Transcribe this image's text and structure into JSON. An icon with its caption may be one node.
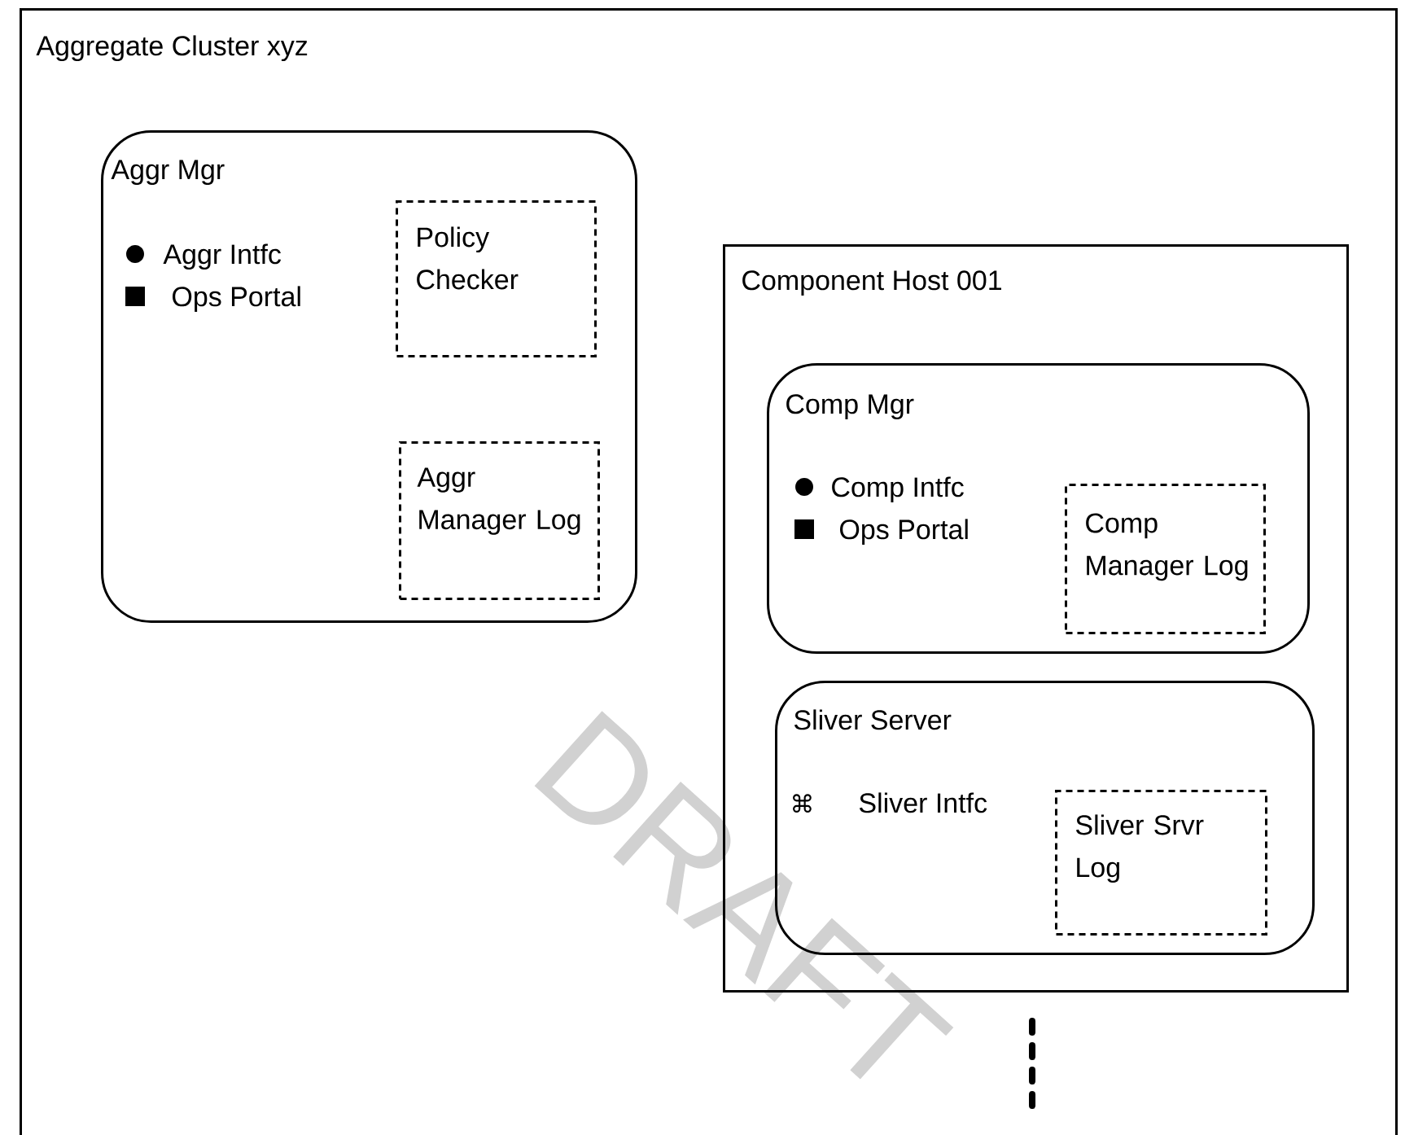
{
  "diagram": {
    "nodes": [
      {
        "text": [
          "Aggregate Cluster xyz"
        ]
      },
      {
        "text": [
          "Aggr Mgr",
          "Aggr Intfc",
          "Ops Portal"
        ],
        "in": 0
      },
      {
        "text": [
          "Policy Checker"
        ],
        "in": 1
      },
      {
        "text": [
          "Aggr Manager Log"
        ],
        "in": 1
      },
      {
        "text": [
          "Component Host 001"
        ],
        "in": 0
      },
      {
        "text": [
          "Comp Mgr",
          "Comp Intfc",
          "Ops Portal"
        ],
        "in": 4
      },
      {
        "text": [
          "Comp Manager Log"
        ],
        "in": 5
      },
      {
        "text": [
          "Sliver Server",
          "⌘",
          "Sliver Intfc"
        ],
        "in": 4
      },
      {
        "text": [
          "Sliver Srvr Log"
        ],
        "in": 7
      }
    ],
    "labels": [
      "DRAFT"
    ]
  }
}
